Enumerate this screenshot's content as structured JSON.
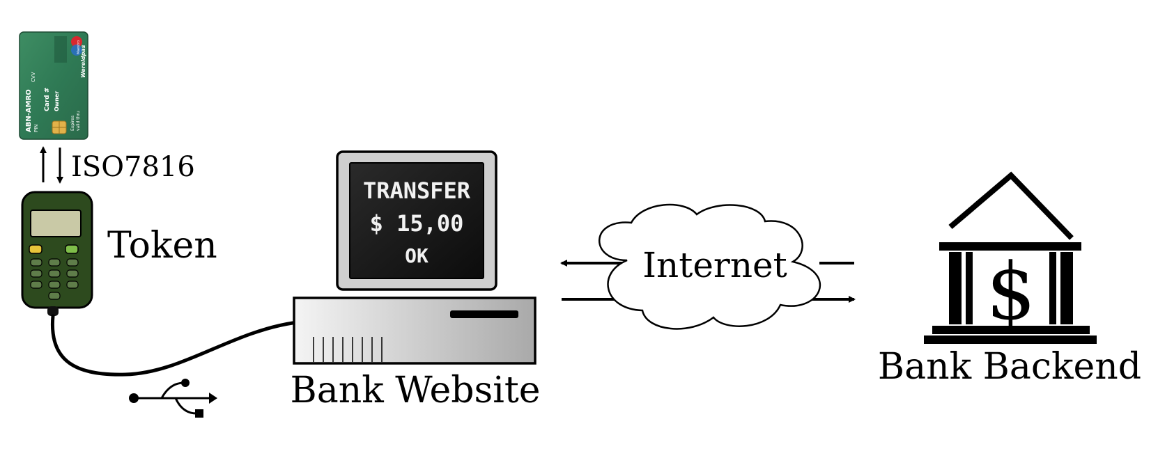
{
  "card": {
    "bank": "ABN-AMRO",
    "pin_label": "PIN",
    "card_number_label": "Card #",
    "owner_label": "Owner",
    "cvv_label": "CVV",
    "brand_label": "Wereldpas",
    "expires_label": "Expires",
    "valid_label": "valid thru",
    "maestro_label": "Maestro"
  },
  "labels": {
    "iso": "ISO7816",
    "token": "Token",
    "bank_website": "Bank Website",
    "internet": "Internet",
    "bank_backend": "Bank Backend"
  },
  "screen": {
    "line1": "TRANSFER",
    "line2": "$ 15,00",
    "line3": "OK"
  },
  "bank_symbol": "$",
  "colors": {
    "card_green": "#2f7a55",
    "token_green": "#2d4a1e",
    "token_lcd": "#c9c9a6",
    "token_yellow_key": "#e8c43a",
    "token_green_key": "#7fbf4a",
    "screen_bg": "#1c1c1c",
    "monitor_gray": "#cfcfcf"
  }
}
